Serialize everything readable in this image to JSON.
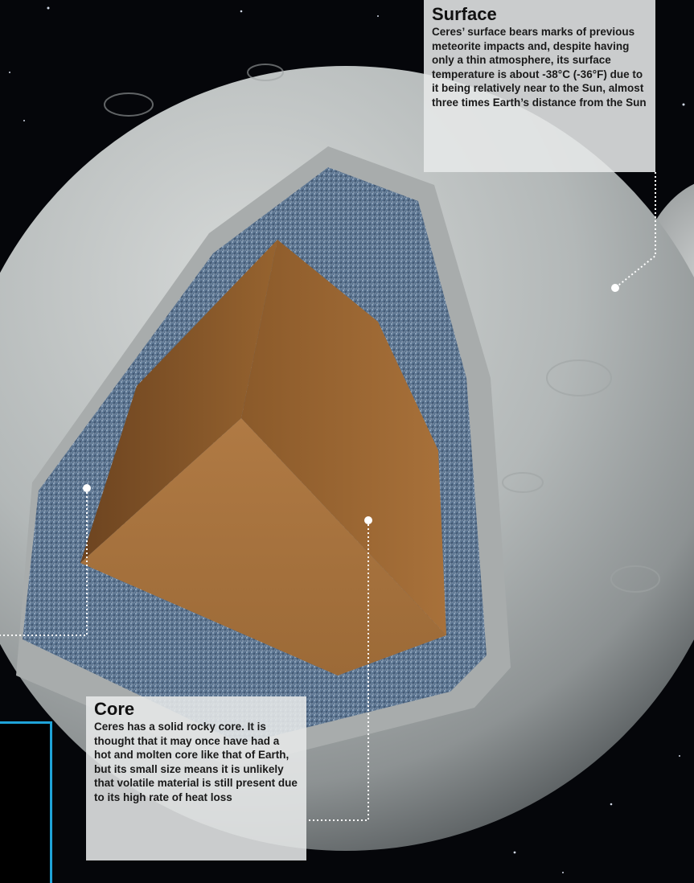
{
  "labels": {
    "surface": {
      "title": "Surface",
      "text": "Ceres’ surface bears marks of previous meteorite impacts and, despite having only a thin atmosphere, its surface temperature is about -38°C (-36°F) due to it being relatively near to the Sun, almost three times Earth’s distance from the Sun"
    },
    "core": {
      "title": "Core",
      "text": "Ceres has a solid rocky core. It is thought that it may once have had a hot and molten core like that of Earth, but its small size means it is unlikely that volatile material is still present due to its high rate of heat loss"
    }
  },
  "colors": {
    "space": "#05060a",
    "surface": "#b9bdbd",
    "mantle": "#5c7896",
    "core": "#8a5a2c",
    "label_bg": "#e6e8e8",
    "accent": "#1fa3d8"
  }
}
